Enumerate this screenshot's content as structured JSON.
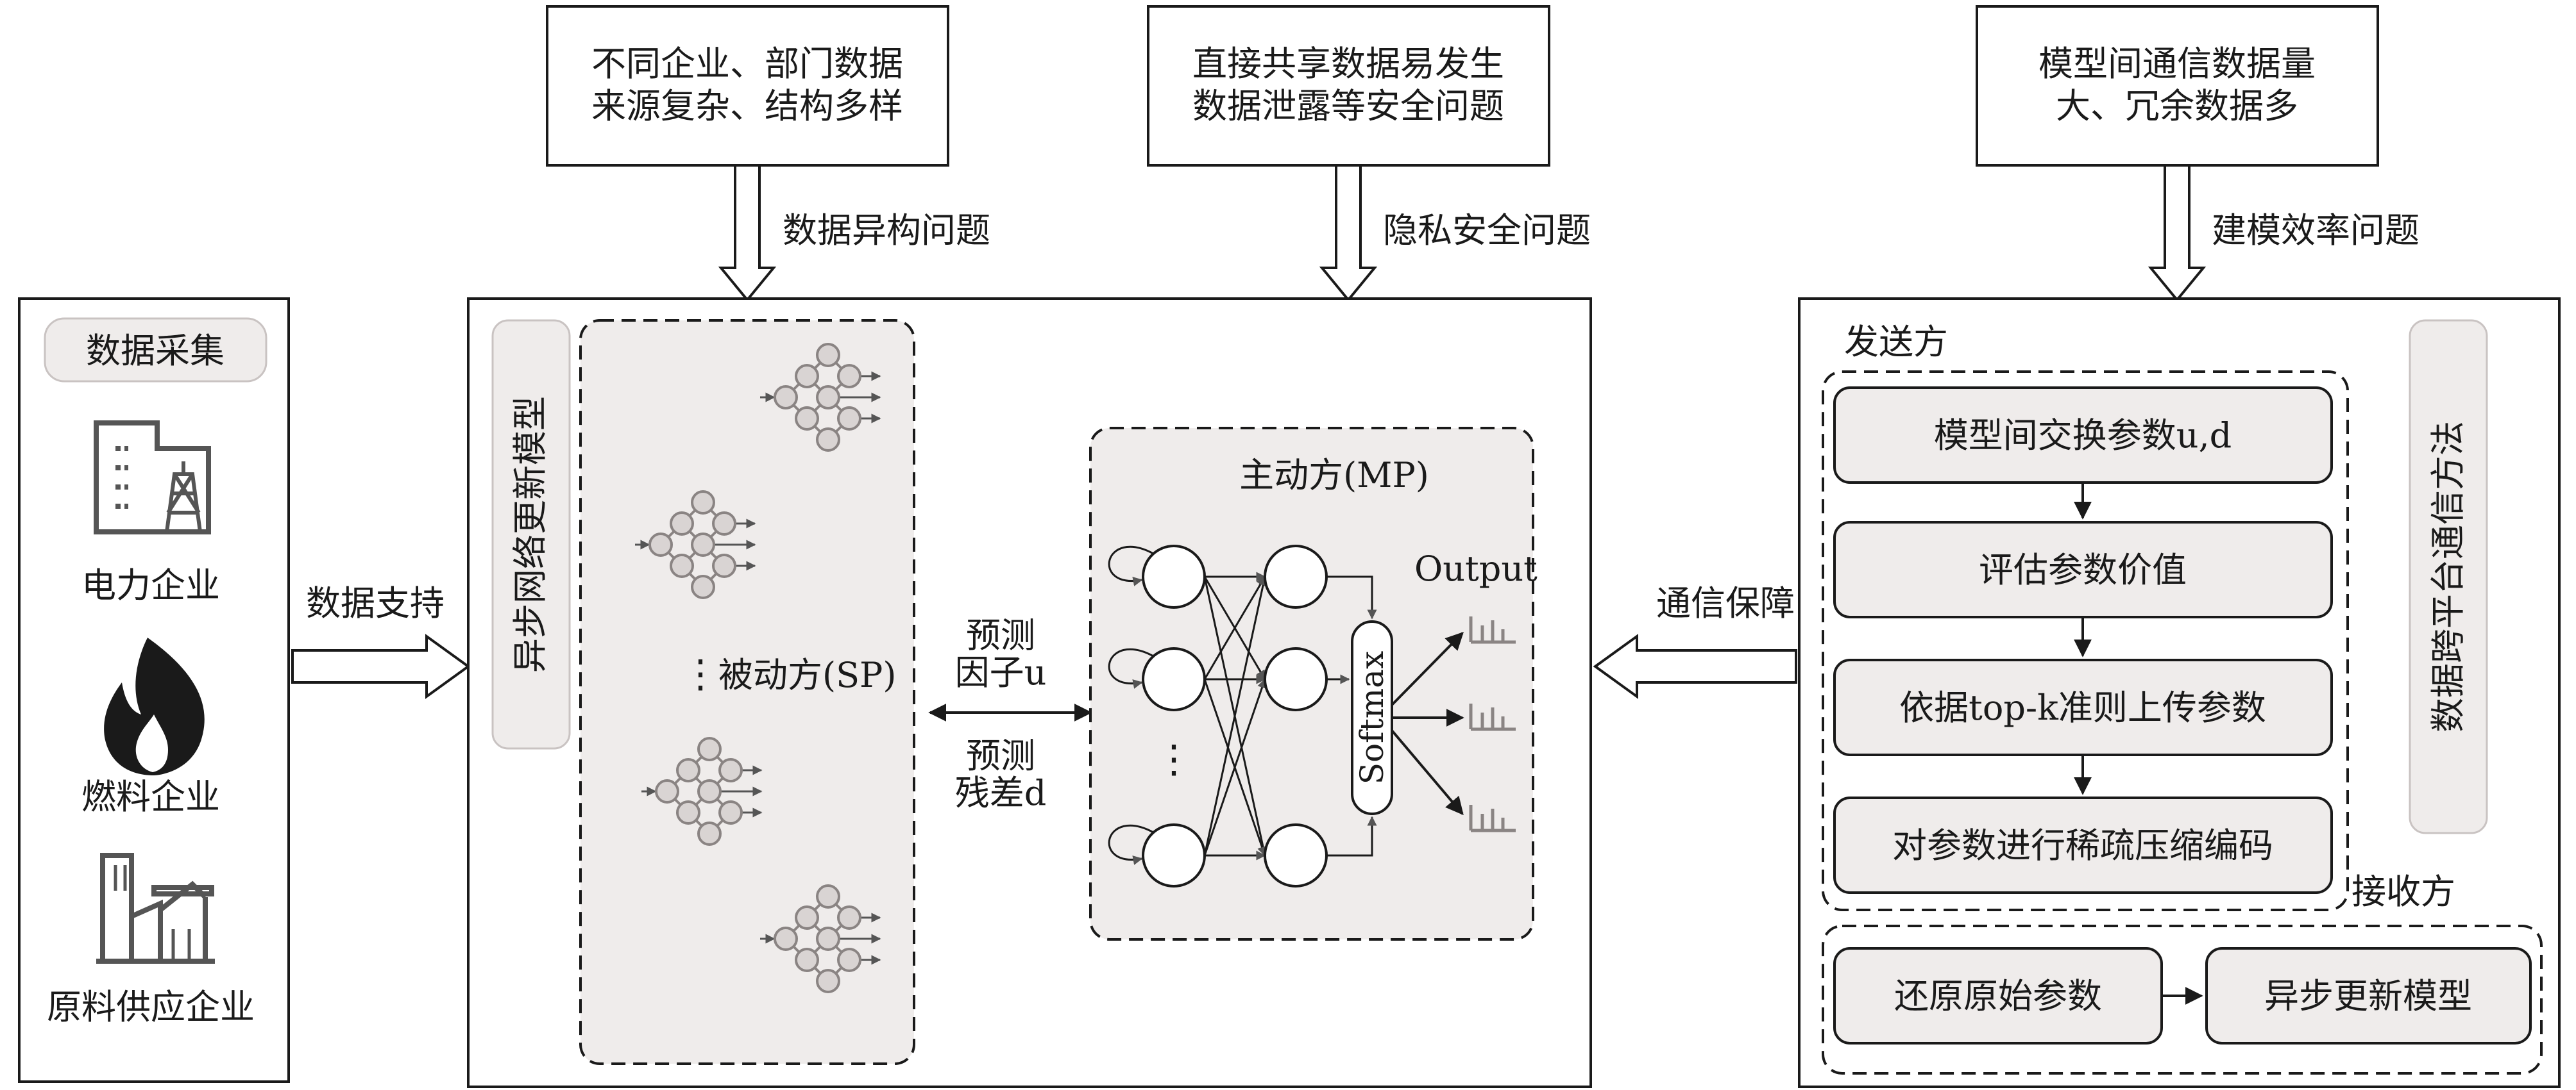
{
  "top_problems": [
    {
      "box_line1": "不同企业、部门数据",
      "box_line2": "来源复杂、结构多样",
      "label": "数据异构问题"
    },
    {
      "box_line1": "直接共享数据易发生",
      "box_line2": "数据泄露等安全问题",
      "label": "隐私安全问题"
    },
    {
      "box_line1": "模型间通信数据量",
      "box_line2": "大、冗余数据多",
      "label": "建模效率问题"
    }
  ],
  "left_panel": {
    "title": "数据采集",
    "enterprises": [
      "电力企业",
      "燃料企业",
      "原料供应企业"
    ],
    "support_label": "数据支持"
  },
  "center_panel": {
    "vertical_title": "异步网络更新模型",
    "passive_label": "被动方(SP)",
    "active_label": "主动方(MP)",
    "predict_factor_line1": "预测",
    "predict_factor_line2": "因子u",
    "predict_residual_line1": "预测",
    "predict_residual_line2": "残差d",
    "softmax_label": "Softmax",
    "output_label": "Output",
    "ellipsis": "⋮"
  },
  "right_panel": {
    "guarantee_label": "通信保障",
    "sender_label": "发送方",
    "receiver_label": "接收方",
    "vertical_title": "数据跨平台通信方法",
    "steps": [
      "模型间交换参数u,d",
      "评估参数价值",
      "依据top-k准则上传参数",
      "对参数进行稀疏压缩编码"
    ],
    "receiver_steps": [
      "还原原始参数",
      "异步更新模型"
    ]
  },
  "colors": {
    "panel_fill": "#efeceb",
    "stroke": "#1a1a1a",
    "node_fill": "#d9d4d3",
    "node_stroke": "#8a8483"
  }
}
